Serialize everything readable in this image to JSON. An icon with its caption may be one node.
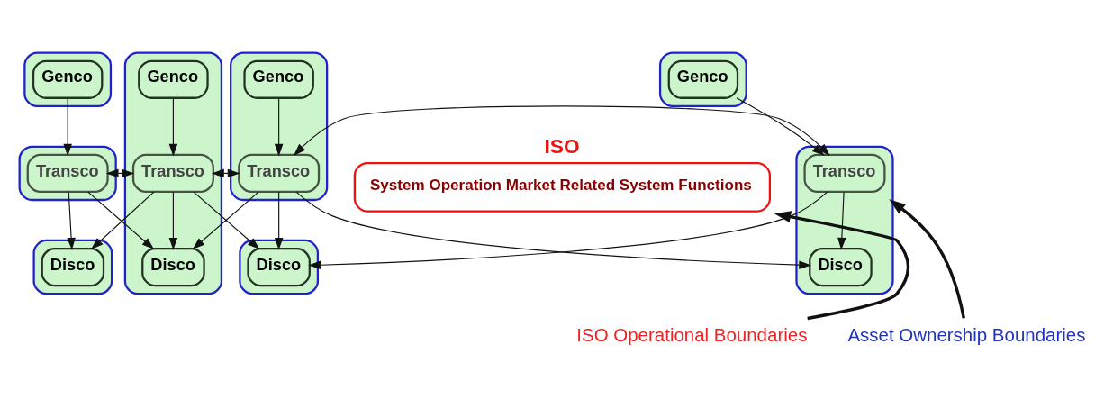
{
  "diagram": {
    "nodes": [
      {
        "text": [],
        "shape": "box"
      },
      {
        "text": [
          "Genco"
        ],
        "in": 0
      },
      {
        "text": [],
        "shape": "box"
      },
      {
        "text": [
          "Genco"
        ],
        "in": 2
      },
      {
        "text": [],
        "shape": "box"
      },
      {
        "text": [
          "Genco"
        ],
        "in": 4
      },
      {
        "text": [],
        "shape": "box"
      },
      {
        "text": [
          "Genco"
        ],
        "in": 6
      },
      {
        "text": [],
        "shape": "box"
      },
      {
        "text": [
          "Transco"
        ],
        "in": 8
      },
      {
        "text": [
          "Transco"
        ],
        "in": 2
      },
      {
        "text": [
          "Transco"
        ],
        "in": 4
      },
      {
        "text": [],
        "shape": "box"
      },
      {
        "text": [
          "Transco"
        ],
        "in": 12
      },
      {
        "text": [
          "ISO",
          "System Operation Market Related System Functions"
        ]
      },
      {
        "text": [],
        "shape": "box"
      },
      {
        "text": [
          "Disco"
        ],
        "in": 15
      },
      {
        "text": [
          "Disco"
        ],
        "in": 2
      },
      {
        "text": [],
        "shape": "box"
      },
      {
        "text": [
          "Disco"
        ],
        "in": 18
      },
      {
        "text": [
          "Disco"
        ],
        "in": 12
      },
      {
        "text": [
          "ISO Operational Boundaries"
        ]
      },
      {
        "text": [
          "Asset Ownership Boundaries"
        ]
      }
    ],
    "edges": [
      {
        "from": 1,
        "to": 9,
        "arrow": "to"
      },
      {
        "from": 3,
        "to": 10,
        "arrow": "to"
      },
      {
        "from": 5,
        "to": 11,
        "arrow": "to"
      },
      {
        "from": 7,
        "to": 13,
        "arrow": "to"
      },
      {
        "from": 9,
        "to": 10,
        "arrow": "both"
      },
      {
        "from": 10,
        "to": 11,
        "arrow": "both"
      },
      {
        "from": 11,
        "to": 13,
        "arrow": "both"
      },
      {
        "from": 9,
        "to": 16,
        "arrow": "to"
      },
      {
        "from": 9,
        "to": 17,
        "arrow": "to"
      },
      {
        "from": 10,
        "to": 16,
        "arrow": "to"
      },
      {
        "from": 10,
        "to": 17,
        "arrow": "to"
      },
      {
        "from": 10,
        "to": 19,
        "arrow": "to"
      },
      {
        "from": 11,
        "to": 17,
        "arrow": "to"
      },
      {
        "from": 11,
        "to": 19,
        "arrow": "to"
      },
      {
        "from": 11,
        "to": 20,
        "arrow": "to"
      },
      {
        "from": 13,
        "to": 19,
        "arrow": "to"
      },
      {
        "from": 13,
        "to": 20,
        "arrow": "to"
      },
      {
        "from": 21,
        "to": 14,
        "arrow": "to",
        "style": "thick"
      },
      {
        "from": 22,
        "to": 12,
        "arrow": "to",
        "style": "thick"
      }
    ]
  }
}
